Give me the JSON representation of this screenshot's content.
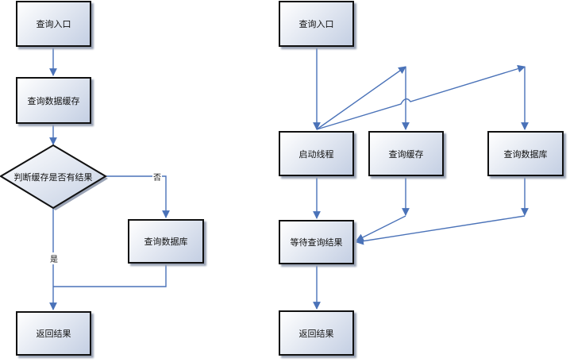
{
  "colors": {
    "connector": "#4a72b8",
    "box_border": "#111111",
    "box_fill_start": "#ffffff",
    "box_fill_end": "#c4cfe3"
  },
  "left_flow": {
    "start": "查询入口",
    "query_cache": "查询数据缓存",
    "decision": "判断缓存是否有结果",
    "no_label": "否",
    "query_db": "查询数据库",
    "yes_label": "是",
    "return": "返回结果"
  },
  "right_flow": {
    "start": "查询入口",
    "start_thread": "启动线程",
    "query_cache": "查询缓存",
    "query_db": "查询数据库",
    "wait": "等待查询结果",
    "return": "返回结果"
  }
}
